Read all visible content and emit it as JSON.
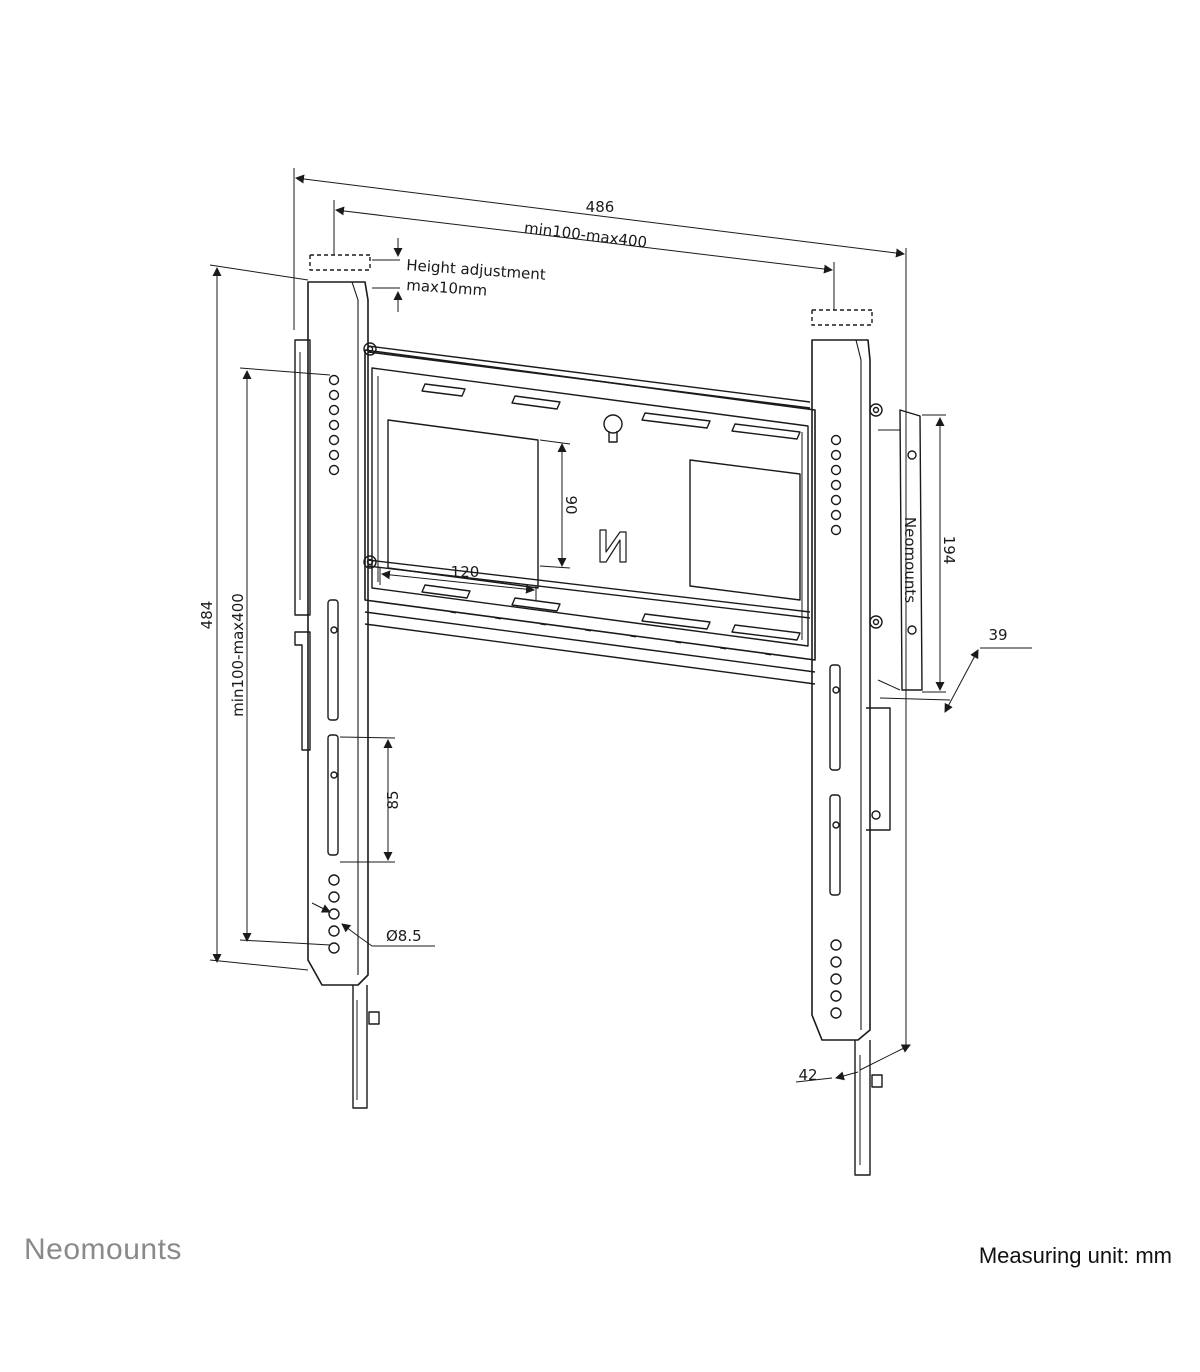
{
  "brand": "Neomounts",
  "measuring_unit": "Measuring unit: mm",
  "dimensions": {
    "total_width": "486",
    "vesa_width_range": "min100-max400",
    "height_adjustment_line1": "Height adjustment",
    "height_adjustment_line2": "max10mm",
    "total_height": "484",
    "vesa_height_range": "min100-max400",
    "hole_spacing_vertical": "90",
    "hole_spacing_horizontal": "120",
    "bracket_spacing": "85",
    "hole_diameter": "Ø8.5",
    "wall_plate_height": "194",
    "depth": "39",
    "arm_width": "42"
  },
  "logo_mark": "N",
  "side_logo_text": "Neomounts"
}
